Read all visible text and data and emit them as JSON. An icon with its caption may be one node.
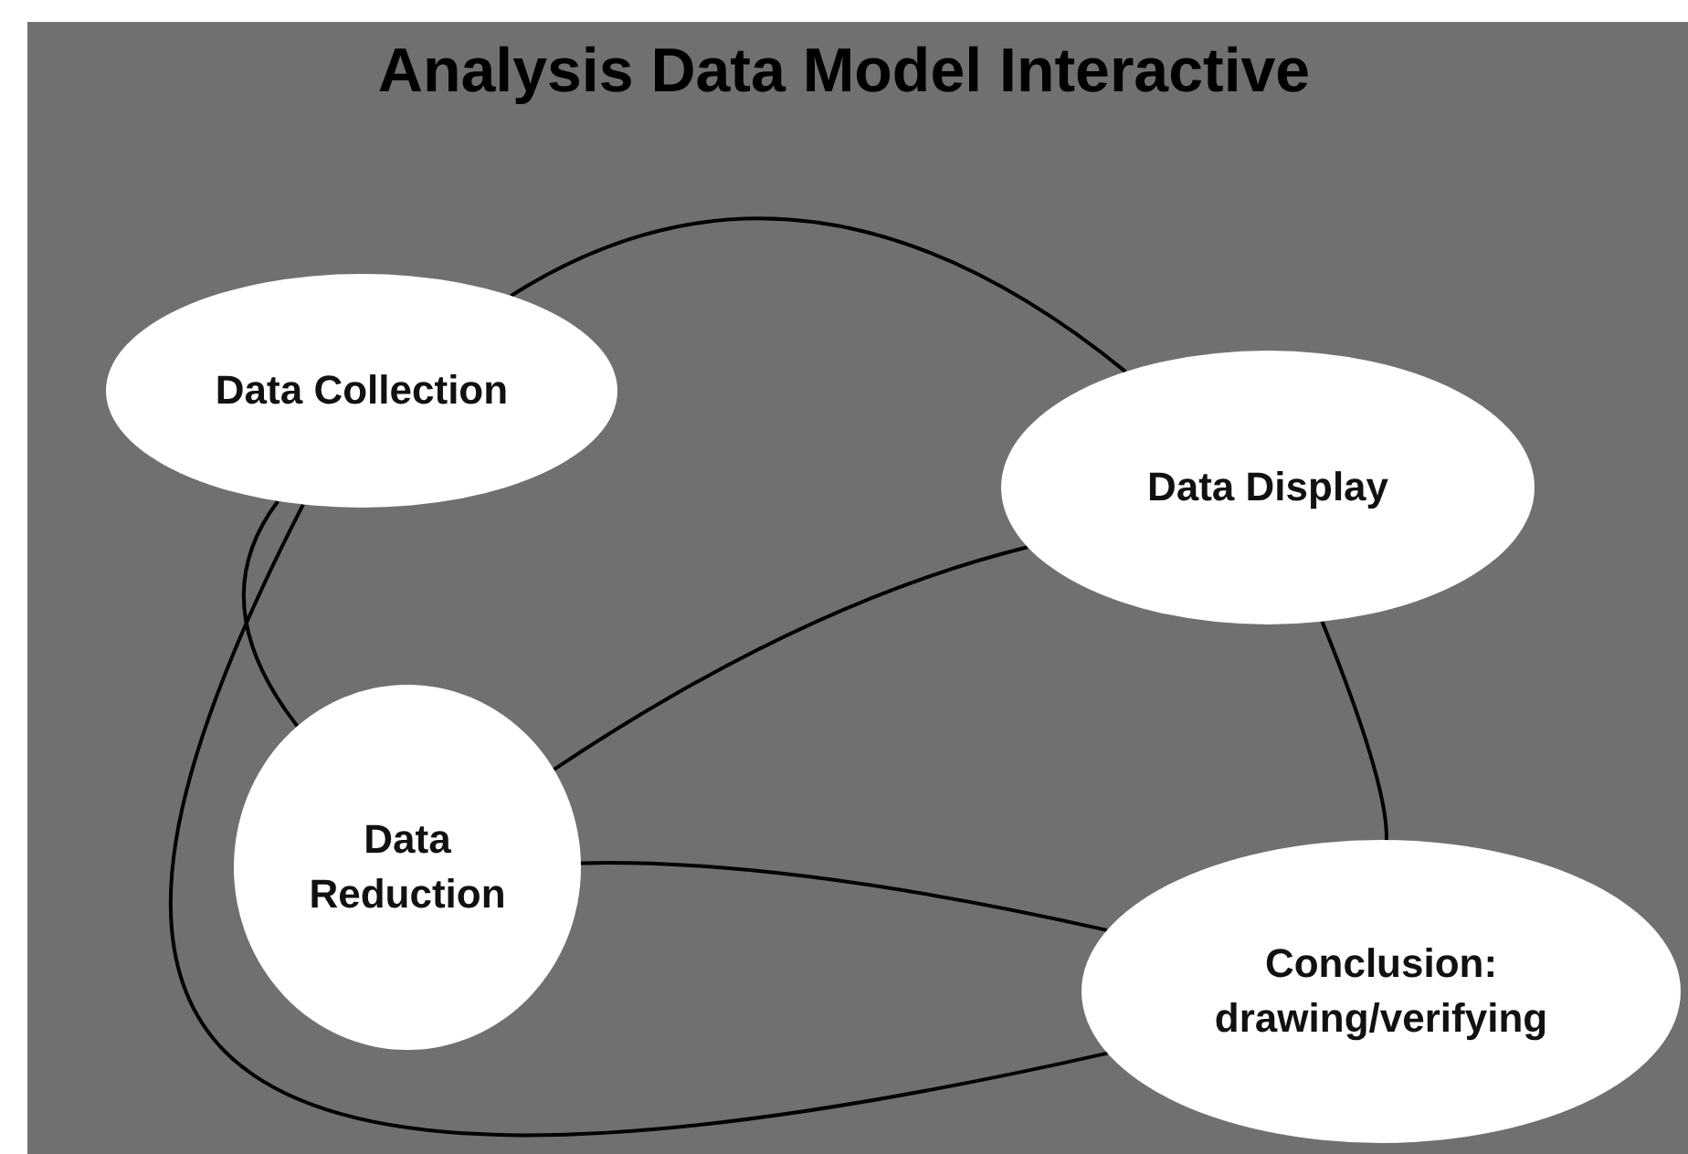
{
  "diagram": {
    "title": "Analysis Data Model Interactive",
    "nodes": [
      {
        "text": [
          "Data Collection"
        ]
      },
      {
        "text": [
          "Data Display"
        ]
      },
      {
        "text": [
          "Data Reduction"
        ]
      },
      {
        "text": [
          "Conclusion: drawing/verifying"
        ]
      }
    ],
    "edges": [
      {
        "from": 0,
        "to": 1,
        "arrow": "none"
      },
      {
        "from": 0,
        "to": 2,
        "arrow": "none"
      },
      {
        "from": 0,
        "to": 3,
        "arrow": "none"
      },
      {
        "from": 2,
        "to": 1,
        "arrow": "none"
      },
      {
        "from": 2,
        "to": 3,
        "arrow": "none"
      },
      {
        "from": 1,
        "to": 3,
        "arrow": "none"
      }
    ]
  }
}
